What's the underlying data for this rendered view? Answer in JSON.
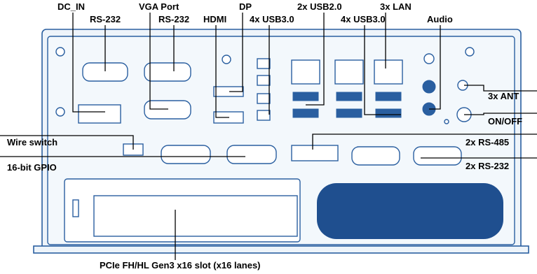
{
  "labels": {
    "dc_in": "DC_IN",
    "vga_port": "VGA Port",
    "dp": "DP",
    "usb20_2x": "2x USB2.0",
    "lan_3x": "3x LAN",
    "rs232_left": "RS-232",
    "rs232_right": "RS-232",
    "hdmi": "HDMI",
    "usb30_left": "4x USB3.0",
    "usb30_right": "4x USB3.0",
    "audio": "Audio",
    "ant_3x": "3x ANT",
    "on_off": "ON/OFF",
    "wire_switch": "Wire switch",
    "gpio": "16-bit GPIO",
    "rs485_2x": "2x RS-485",
    "rs232_2x": "2x RS-232",
    "pcie": "PCIe FH/HL Gen3 x16 slot (x16 lanes)"
  }
}
